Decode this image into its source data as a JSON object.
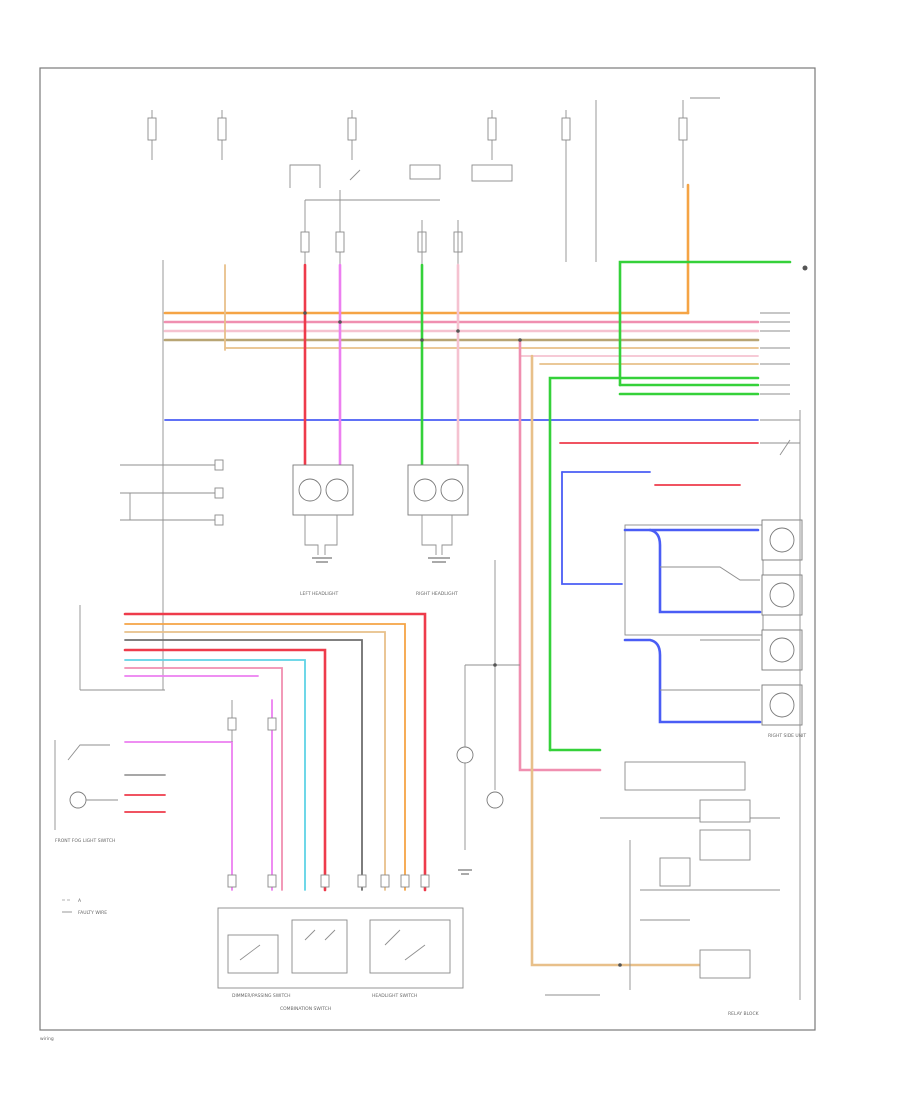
{
  "colors": {
    "orange": "#f5a445",
    "pink": "#f08fb0",
    "green": "#35d13a",
    "blue": "#4a5df5",
    "violet": "#7060f0",
    "red": "#ee3b4b",
    "magenta": "#ec7ff0",
    "cyan": "#5fd3e5",
    "olive": "#b8a574",
    "gray": "#9b9b9b",
    "tan": "#e8c08a",
    "darkgray": "#6f6f6f"
  },
  "labels": {
    "page_footer": "wiring",
    "combination_switch": "COMBINATION SWITCH",
    "headlight_switch": "HEADLIGHT SWITCH",
    "dimmer_switch": "DIMMER/PASSING SWITCH",
    "fog_light_switch": "FRONT FOG LIGHT SWITCH",
    "left_headlight": "LEFT HEADLIGHT",
    "right_headlight": "RIGHT HEADLIGHT",
    "right_side_unit": "RIGHT SIDE UNIT",
    "relay_block": "RELAY BLOCK",
    "legend_a": "A",
    "legend_b": "FAULTY WIRE"
  }
}
